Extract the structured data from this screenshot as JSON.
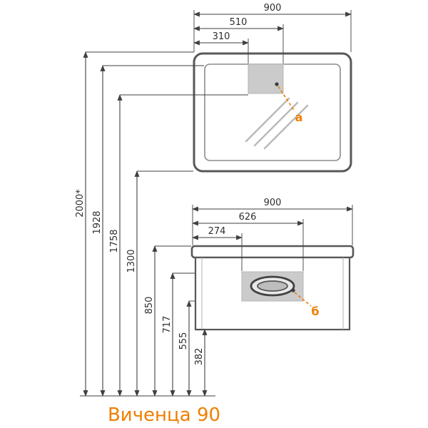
{
  "title": "Виченца 90",
  "colors": {
    "accent": "#ef7f00",
    "line": "#3f3f3f",
    "panel_fill": "#cbcbcb"
  },
  "callouts": {
    "light": "а",
    "basin": "б"
  },
  "dims": {
    "mirror": {
      "overall": "900",
      "to_light_right": "510",
      "to_light_left": "310"
    },
    "cabinet": {
      "overall": "900",
      "to_insert_right": "626",
      "to_insert_left": "274"
    },
    "heights": {
      "floor_to_mirror_top": "2000*",
      "floor_to_glass_top": "1928",
      "floor_to_light_bottom": "1758",
      "floor_to_mirror_bottom": "1300",
      "floor_to_counter_top": "850",
      "floor_to_insert_top": "717",
      "floor_to_insert_bottom": "555",
      "floor_to_cabinet_bottom": "382"
    }
  }
}
